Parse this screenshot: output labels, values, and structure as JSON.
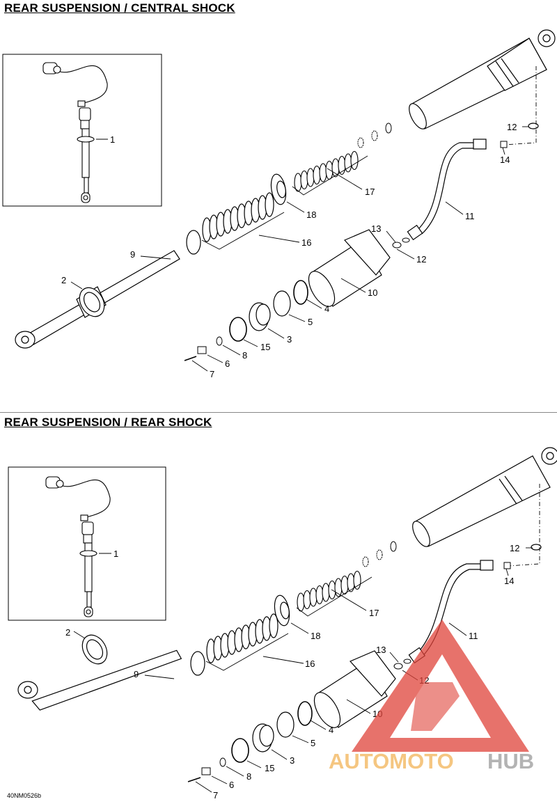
{
  "titles": {
    "central": "REAR SUSPENSION / CENTRAL SHOCK",
    "rear": "REAR SUSPENSION / REAR SHOCK"
  },
  "drawing_code": "40NM0526b",
  "watermark": {
    "part1": "AUTOMOTO",
    "part2": "HUB",
    "color1": "#f2b457",
    "color2": "#9a9a9a",
    "logo_color": "#e0433a"
  },
  "part_labels": [
    "1",
    "2",
    "3",
    "4",
    "5",
    "6",
    "7",
    "8",
    "9",
    "10",
    "11",
    "12",
    "13",
    "14",
    "15",
    "16",
    "17",
    "18"
  ]
}
